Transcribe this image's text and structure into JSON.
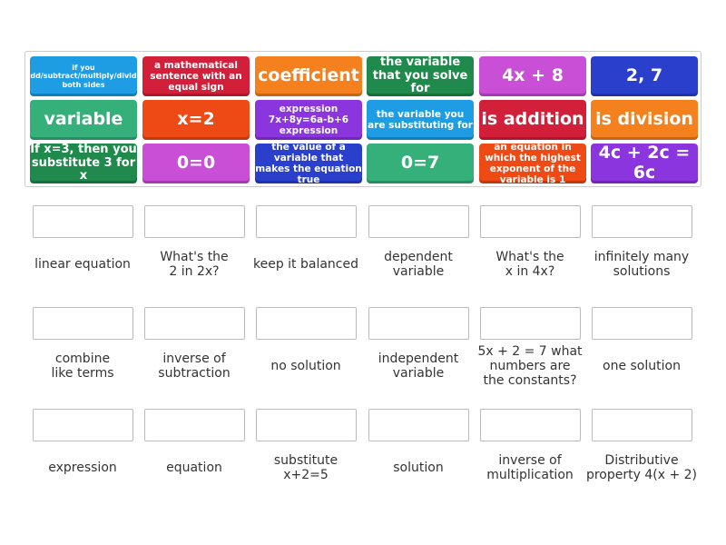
{
  "tiles": [
    {
      "text": "if you add/subtract/multiply/divide both sides",
      "color": "#1e9de4",
      "size": "s1"
    },
    {
      "text": "a mathematical sentence with an equal sign",
      "color": "#d3203a",
      "size": "s2"
    },
    {
      "text": "coefficient",
      "color": "#f5801e",
      "size": "s4"
    },
    {
      "text": "the variable that you solve for",
      "color": "#1f8a4c",
      "size": "s3"
    },
    {
      "text": "4x + 8",
      "color": "#c84fd6",
      "size": "s4"
    },
    {
      "text": "2, 7",
      "color": "#2a40cc",
      "size": "s4"
    },
    {
      "text": "variable",
      "color": "#36b07a",
      "size": "s4"
    },
    {
      "text": "x=2",
      "color": "#ee4a16",
      "size": "s4"
    },
    {
      "text": "expression 7x+8y=6a-b+6 expression",
      "color": "#8b35df",
      "size": "s2"
    },
    {
      "text": "the variable you are substituting for",
      "color": "#1e9de4",
      "size": "s2"
    },
    {
      "text": "is addition",
      "color": "#d3203a",
      "size": "s4"
    },
    {
      "text": "is division",
      "color": "#f5801e",
      "size": "s4"
    },
    {
      "text": "If x=3, then you substitute 3 for x",
      "color": "#1f8a4c",
      "size": "s3"
    },
    {
      "text": "0=0",
      "color": "#c84fd6",
      "size": "s4"
    },
    {
      "text": "the value of a variable that makes the equation true",
      "color": "#2a40cc",
      "size": "s2"
    },
    {
      "text": "0=7",
      "color": "#36b07a",
      "size": "s4"
    },
    {
      "text": "an equation in which the highest exponent of the variable is 1",
      "color": "#ee4a16",
      "size": "s2"
    },
    {
      "text": "4c + 2c = 6c",
      "color": "#8b35df",
      "size": "s4"
    }
  ],
  "targets": [
    "linear equation",
    "What's the\n2 in 2x?",
    "keep it balanced",
    "dependent\nvariable",
    "What's the\nx in 4x?",
    "infinitely many\nsolutions",
    "combine\nlike terms",
    "inverse of\nsubtraction",
    "no solution",
    "independent\nvariable",
    "5x + 2 = 7 what\nnumbers are\nthe constants?",
    "one solution",
    "expression",
    "equation",
    "substitute\nx+2=5",
    "solution",
    "inverse of\nmultiplication",
    "Distributive\nproperty 4(x + 2)"
  ]
}
